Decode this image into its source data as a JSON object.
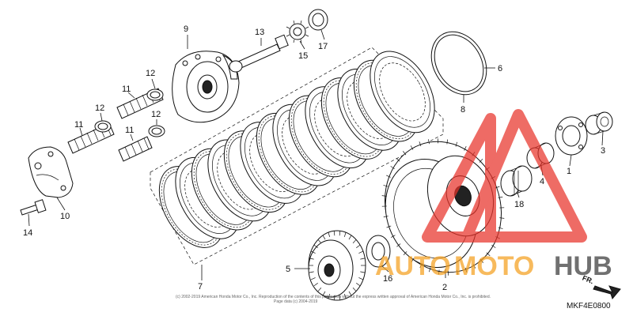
{
  "diagram": {
    "callouts": [
      "1",
      "2",
      "3",
      "4",
      "5",
      "6",
      "7",
      "8",
      "9",
      "10",
      "11",
      "11",
      "11",
      "12",
      "12",
      "12",
      "13",
      "14",
      "15",
      "16",
      "17",
      "18"
    ],
    "diagram_code": "MKF4E0800",
    "direction_label": "FR.",
    "copyright_line_1": "(c) 2002-2019 American Honda Motor Co., Inc. Reproduction of the contents of this publication without the express written approval of American Honda Motor Co., Inc. is prohibited.",
    "copyright_line_2": "Page data (c) 2004-2019"
  },
  "watermark": {
    "part_a": "AUTO",
    "part_b": "MOTO",
    "part_c": "HUB",
    "colors": {
      "orange": "#f5a020",
      "dark": "#3a3a3a",
      "red": "#e8332a"
    }
  }
}
